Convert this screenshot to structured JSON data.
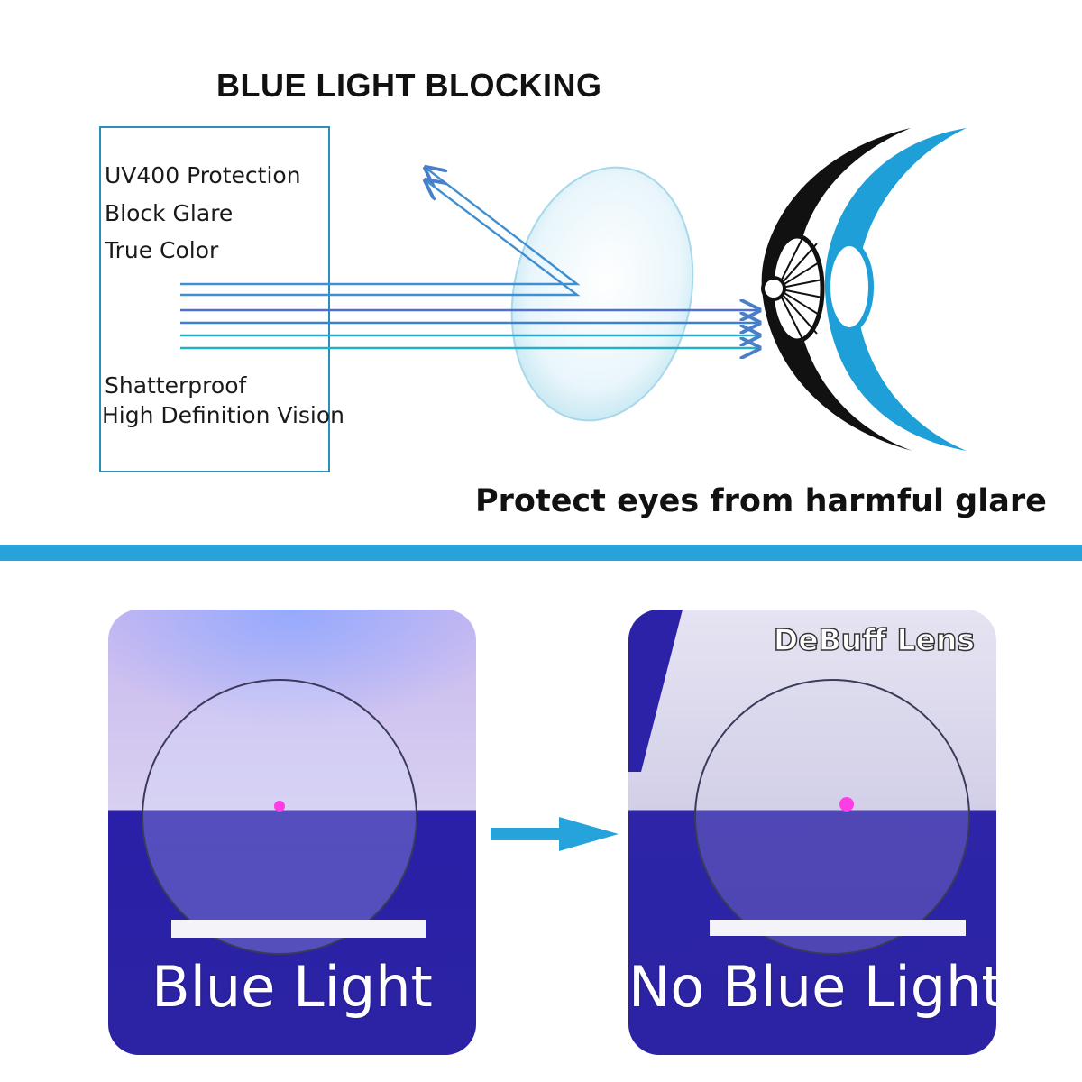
{
  "header": {
    "title": "BLUE LIGHT BLOCKING"
  },
  "features": {
    "items": [
      "UV400 Protection",
      "Block Glare",
      "True Color",
      "Shatterproof",
      "High Definition Vision"
    ]
  },
  "tagline": "Protect eyes from harmful glare",
  "comparison": {
    "left_caption": "Blue Light",
    "right_caption": "No Blue Light",
    "brand_label": "DeBuff Lens"
  },
  "colors": {
    "accent": "#25a3da",
    "box_border": "#2a8fb8",
    "panel_blue": "#2a1fa8",
    "eye_blue": "#1f9fd8"
  }
}
